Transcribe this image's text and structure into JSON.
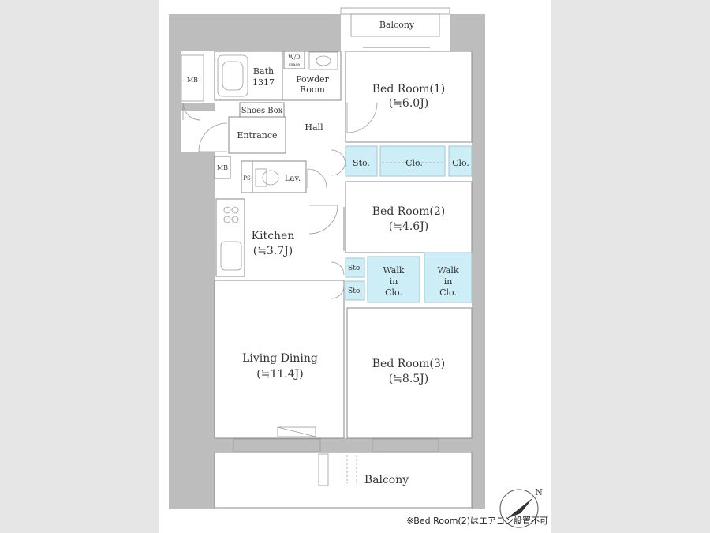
{
  "rooms": {
    "balcony_top": "Balcony",
    "balcony_bottom": "Balcony",
    "bath": {
      "name": "Bath",
      "size": "1317"
    },
    "wd_space": {
      "line1": "W/D",
      "line2": "space"
    },
    "powder": {
      "line1": "Powder",
      "line2": "Room"
    },
    "bed1": {
      "name": "Bed Room(1)",
      "area": "(≒6.0J)"
    },
    "bed2": {
      "name": "Bed Room(2)",
      "area": "(≒4.6J)"
    },
    "bed3": {
      "name": "Bed Room(3)",
      "area": "(≒8.5J)"
    },
    "mb_top": "MB",
    "mb_mid": "MB",
    "shoes_box": "Shoes Box",
    "entrance": "Entrance",
    "hall": "Hall",
    "ps": "PS",
    "lav": "Lav.",
    "sto1": "Sto.",
    "clo1": "Clo.",
    "clo2": "Clo.",
    "kitchen": {
      "name": "Kitchen",
      "area": "(≒3.7J)"
    },
    "sto2": "Sto.",
    "sto3": "Sto.",
    "walk1": {
      "line1": "Walk",
      "line2": "in",
      "line3": "Clo."
    },
    "walk2": {
      "line1": "Walk",
      "line2": "in",
      "line3": "Clo."
    },
    "living": {
      "name": "Living Dining",
      "area": "(≒11.4J)"
    }
  },
  "compass": {
    "label": "N"
  },
  "footnote": "※Bed Room(2)はエアコン設置不可"
}
